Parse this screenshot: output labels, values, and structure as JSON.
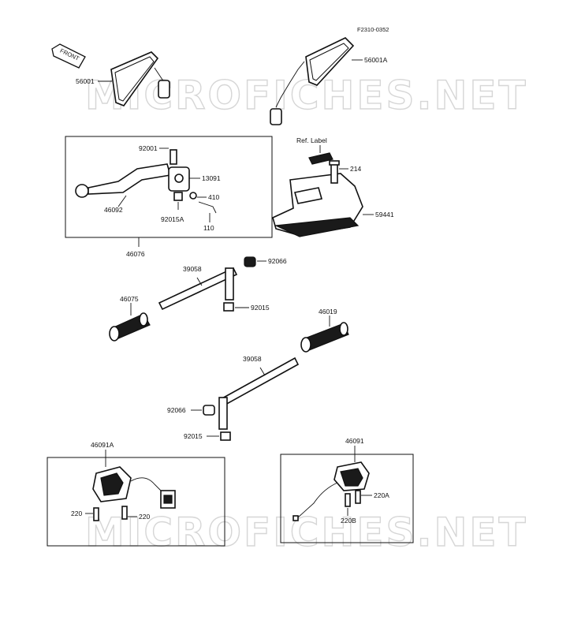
{
  "diagram_code": "F2310-0352",
  "front_label": "FRONT",
  "watermark": "MICROFICHES.NET",
  "ref_label": "Ref. Label",
  "parts": {
    "mirror_left": "56001",
    "mirror_right": "56001A",
    "bolt_top": "92001",
    "lever_holder": "13091",
    "washer_410": "410",
    "nut_92015a": "92015A",
    "bolt_110": "110",
    "lever": "46092",
    "lever_assy": "46076",
    "screw_214": "214",
    "cover": "59441",
    "weight_upper": "92066",
    "bar_upper": "39058",
    "nut_upper": "92015",
    "grip_left": "46075",
    "grip_right": "46019",
    "bar_lower": "39058",
    "weight_lower": "92066",
    "nut_lower": "92015",
    "switch_left": "46091A",
    "switch_right": "46091",
    "screw_220_a": "220",
    "screw_220_b": "220",
    "screw_220a": "220A",
    "screw_220b": "220B"
  }
}
